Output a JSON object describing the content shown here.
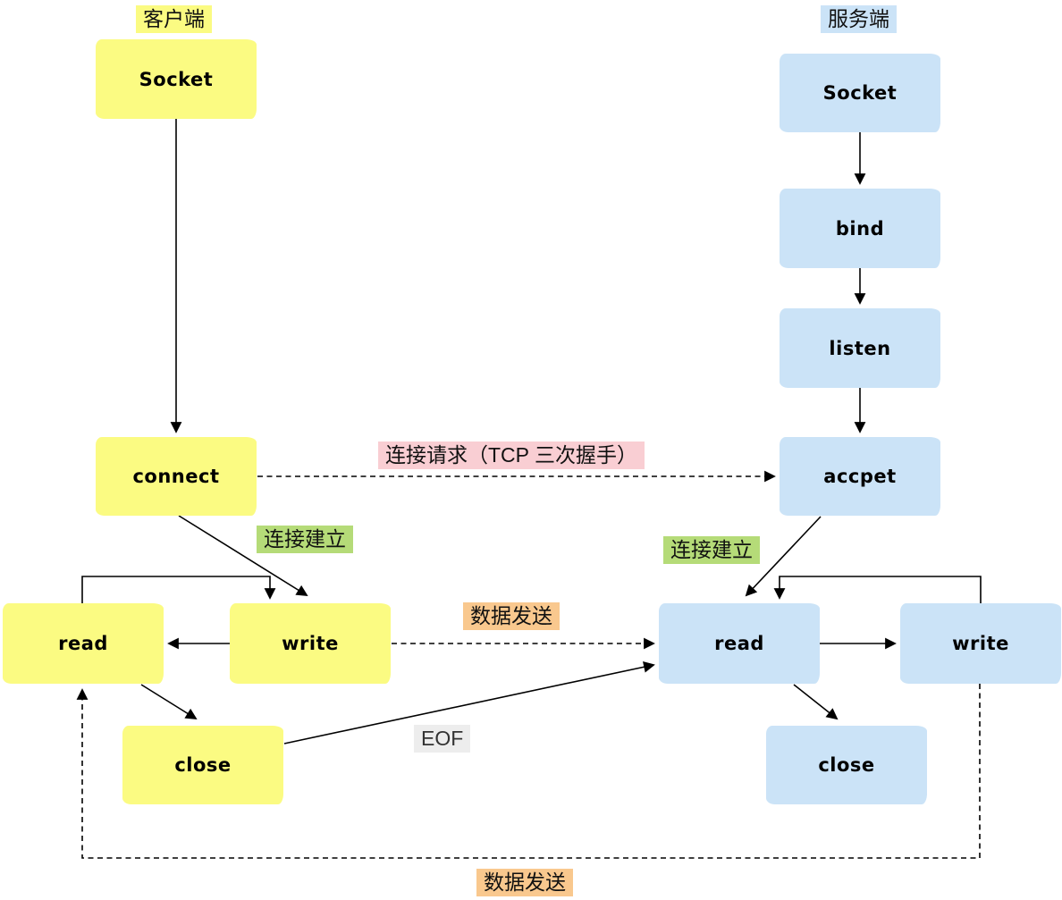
{
  "headers": {
    "client": "客户端",
    "server": "服务端"
  },
  "nodes": {
    "client_socket": {
      "label": "Socket"
    },
    "client_connect": {
      "label": "connect"
    },
    "client_read": {
      "label": "read"
    },
    "client_write": {
      "label": "write"
    },
    "client_close": {
      "label": "close"
    },
    "server_socket": {
      "label": "Socket"
    },
    "server_bind": {
      "label": "bind"
    },
    "server_listen": {
      "label": "listen"
    },
    "server_accpet": {
      "label": "accpet"
    },
    "server_read": {
      "label": "read"
    },
    "server_write": {
      "label": "write"
    },
    "server_close": {
      "label": "close"
    }
  },
  "annotations": {
    "connect_request": "连接请求（TCP 三次握手）",
    "established_client": "连接建立",
    "established_server": "连接建立",
    "data_send_mid": "数据发送",
    "data_send_bottom": "数据发送",
    "eof": "EOF"
  },
  "colors": {
    "client_fill": "#FBFB82",
    "server_fill": "#CBE3F7",
    "connect_request_bg": "#F9CED3",
    "established_bg": "#B5DB78",
    "data_send_bg": "#F9C88E",
    "eof_bg": "#EDEDED",
    "line": "#000000"
  }
}
